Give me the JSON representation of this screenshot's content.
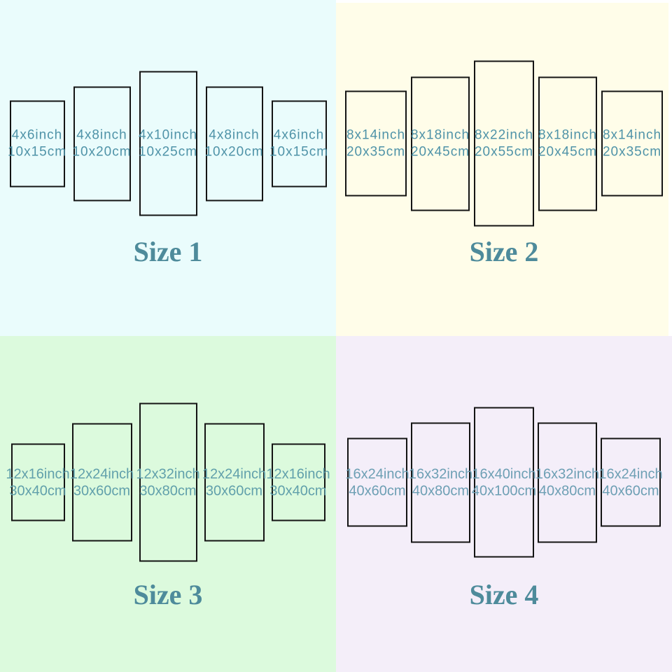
{
  "colors": {
    "quadrant_1_background": "#eafcfc",
    "quadrant_2_background": "#fffde9",
    "quadrant_3_background": "#dcfadd",
    "quadrant_4_background": "#f4eef9",
    "panel_border": "#141414",
    "panel_text_top_quadrants": "#4f93a8",
    "panel_text_quadrant_3": "#61a0ab",
    "panel_text_quadrant_4": "#6d9fb4",
    "size_label_text": "#4e8b9b"
  },
  "quadrants": [
    {
      "label": "Size 1",
      "panels": [
        {
          "inch": "4x6inch",
          "cm": "10x15cm"
        },
        {
          "inch": "4x8inch",
          "cm": "10x20cm"
        },
        {
          "inch": "4x10inch",
          "cm": "10x25cm"
        },
        {
          "inch": "4x8inch",
          "cm": "10x20cm"
        },
        {
          "inch": "4x6inch",
          "cm": "10x15cm"
        }
      ]
    },
    {
      "label": "Size 2",
      "panels": [
        {
          "inch": "8x14inch",
          "cm": "20x35cm"
        },
        {
          "inch": "8x18inch",
          "cm": "20x45cm"
        },
        {
          "inch": "8x22inch",
          "cm": "20x55cm"
        },
        {
          "inch": "8x18inch",
          "cm": "20x45cm"
        },
        {
          "inch": "8x14inch",
          "cm": "20x35cm"
        }
      ]
    },
    {
      "label": "Size 3",
      "panels": [
        {
          "inch": "12x16inch",
          "cm": "30x40cm"
        },
        {
          "inch": "12x24inch",
          "cm": "30x60cm"
        },
        {
          "inch": "12x32inch",
          "cm": "30x80cm"
        },
        {
          "inch": "12x24inch",
          "cm": "30x60cm"
        },
        {
          "inch": "12x16inch",
          "cm": "30x40cm"
        }
      ]
    },
    {
      "label": "Size 4",
      "panels": [
        {
          "inch": "16x24inch",
          "cm": "40x60cm"
        },
        {
          "inch": "16x32inch",
          "cm": "40x80cm"
        },
        {
          "inch": "16x40inch",
          "cm": "40x100cm"
        },
        {
          "inch": "16x32inch",
          "cm": "40x80cm"
        },
        {
          "inch": "16x24inch",
          "cm": "40x60cm"
        }
      ]
    }
  ]
}
